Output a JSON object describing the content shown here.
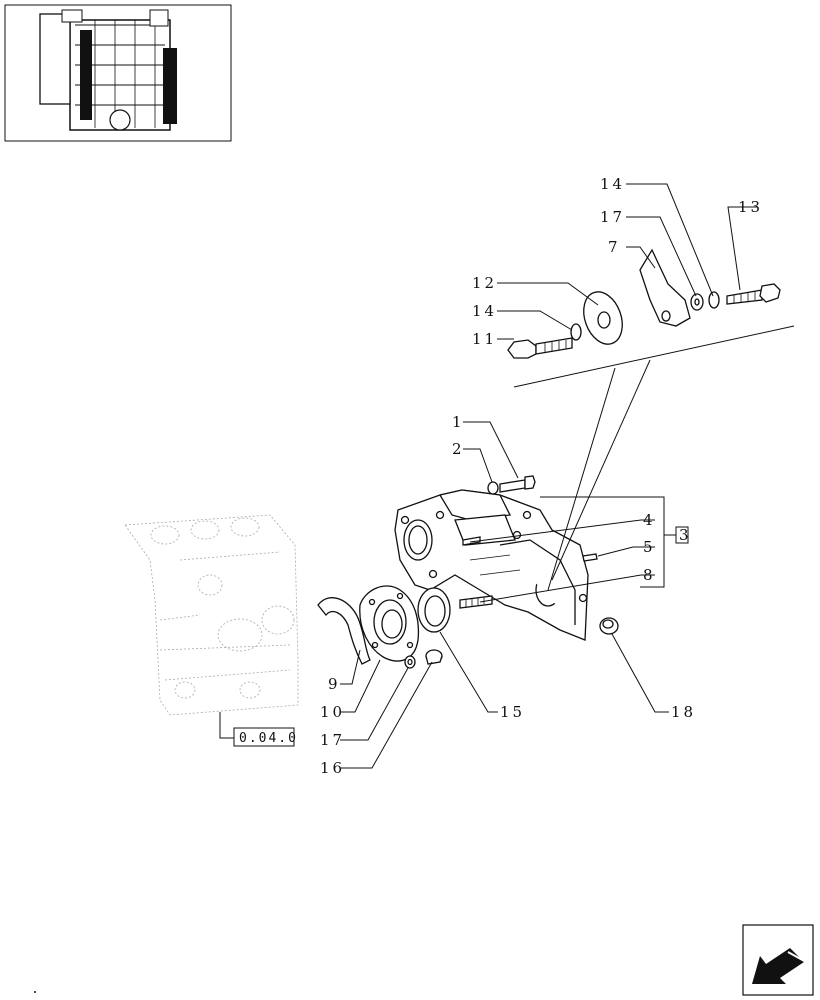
{
  "diagram": {
    "callouts": {
      "c1": "1",
      "c2": "2",
      "c3": "3",
      "c4": "4",
      "c5": "5",
      "c7": "7",
      "c8": "8",
      "c9": "9",
      "c10": "10",
      "c11": "11",
      "c12": "12",
      "c13": "13",
      "c14a": "14",
      "c14b": "14",
      "c15": "15",
      "c16": "16",
      "c17a": "17",
      "c17b": "17",
      "c18": "18"
    },
    "reference_box": "0.04.0"
  }
}
